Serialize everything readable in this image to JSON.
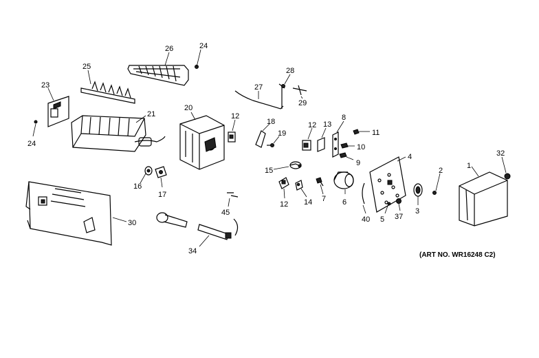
{
  "diagram": {
    "art_number": "(ART NO. WR16248 C2)",
    "labels": {
      "p1": "1",
      "p2": "2",
      "p3": "3",
      "p4": "4",
      "p5": "5",
      "p6": "6",
      "p7": "7",
      "p8": "8",
      "p9": "9",
      "p10": "10",
      "p11": "11",
      "p12a": "12",
      "p12b": "12",
      "p12c": "12",
      "p13": "13",
      "p14": "14",
      "p15": "15",
      "p16": "16",
      "p17": "17",
      "p18": "18",
      "p19": "19",
      "p20": "20",
      "p21": "21",
      "p23": "23",
      "p24a": "24",
      "p24b": "24",
      "p25": "25",
      "p26": "26",
      "p27": "27",
      "p28": "28",
      "p29": "29",
      "p30": "30",
      "p32": "32",
      "p34": "34",
      "p37": "37",
      "p40": "40",
      "p45": "45"
    }
  }
}
